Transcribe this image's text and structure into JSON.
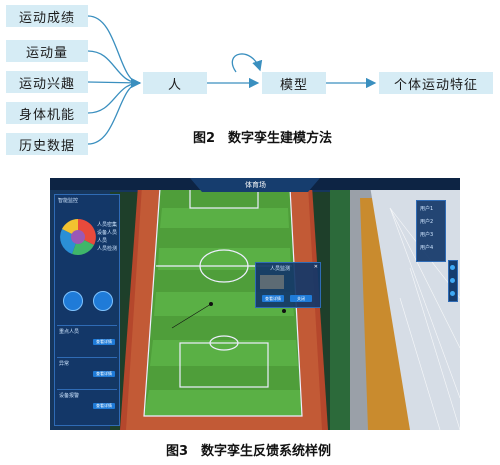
{
  "figure2": {
    "inputs": [
      "运动成绩",
      "运动量",
      "运动兴趣",
      "身体机能",
      "历史数据"
    ],
    "node_person": "人",
    "node_model": "模型",
    "node_output": "个体运动特征",
    "caption": "图2　数字孪生建模方法"
  },
  "figure3": {
    "caption": "图3　数字孪生反馈系统样例",
    "screen": {
      "title": "体育场",
      "left_panel_title": "智能监控",
      "legend": [
        "人员密集",
        "设备人员",
        "人员",
        "人员检测"
      ],
      "pie_colors": [
        "#e84a3c",
        "#f2c230",
        "#3fb66a",
        "#2b8fd6",
        "#9b59b6"
      ],
      "list_items": [
        {
          "label": "重点人员",
          "btn": "查看详情"
        },
        {
          "label": "异常",
          "btn": "查看详情"
        },
        {
          "label": "设备报警",
          "btn": "查看详情"
        }
      ],
      "popup_title": "人员监测",
      "popup_btns": [
        "查看详情",
        "关闭"
      ],
      "right_panel_items": [
        "用户1",
        "用户2",
        "用户3",
        "用户4"
      ]
    }
  }
}
